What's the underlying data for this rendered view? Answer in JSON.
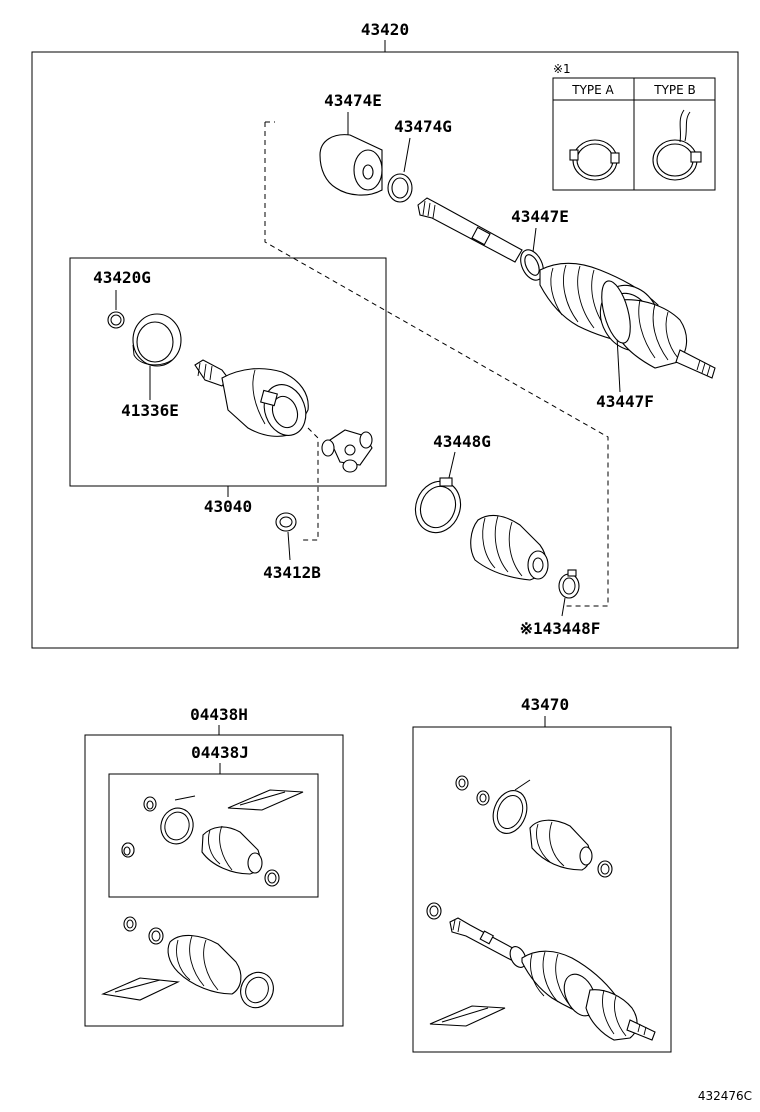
{
  "labels": {
    "assembly_main": "43420",
    "boot_outer_cover": "43474E",
    "clamp_outer_small": "43474G",
    "clamp_shaft": "43447E",
    "clamp_outer_large": "43447F",
    "snap_ring_small": "43420G",
    "ring_41336": "41336E",
    "inboard_joint": "43040",
    "snap_ring_43412": "43412B",
    "boot_clamp_large": "43448G",
    "boot_clamp_small": "※143448F",
    "kit_outer": "04438H",
    "kit_inner": "04438J",
    "kit_43470": "43470",
    "figure_code": "432476C"
  },
  "inset": {
    "note_mark": "※1",
    "type_a": "TYPE A",
    "type_b": "TYPE B"
  }
}
